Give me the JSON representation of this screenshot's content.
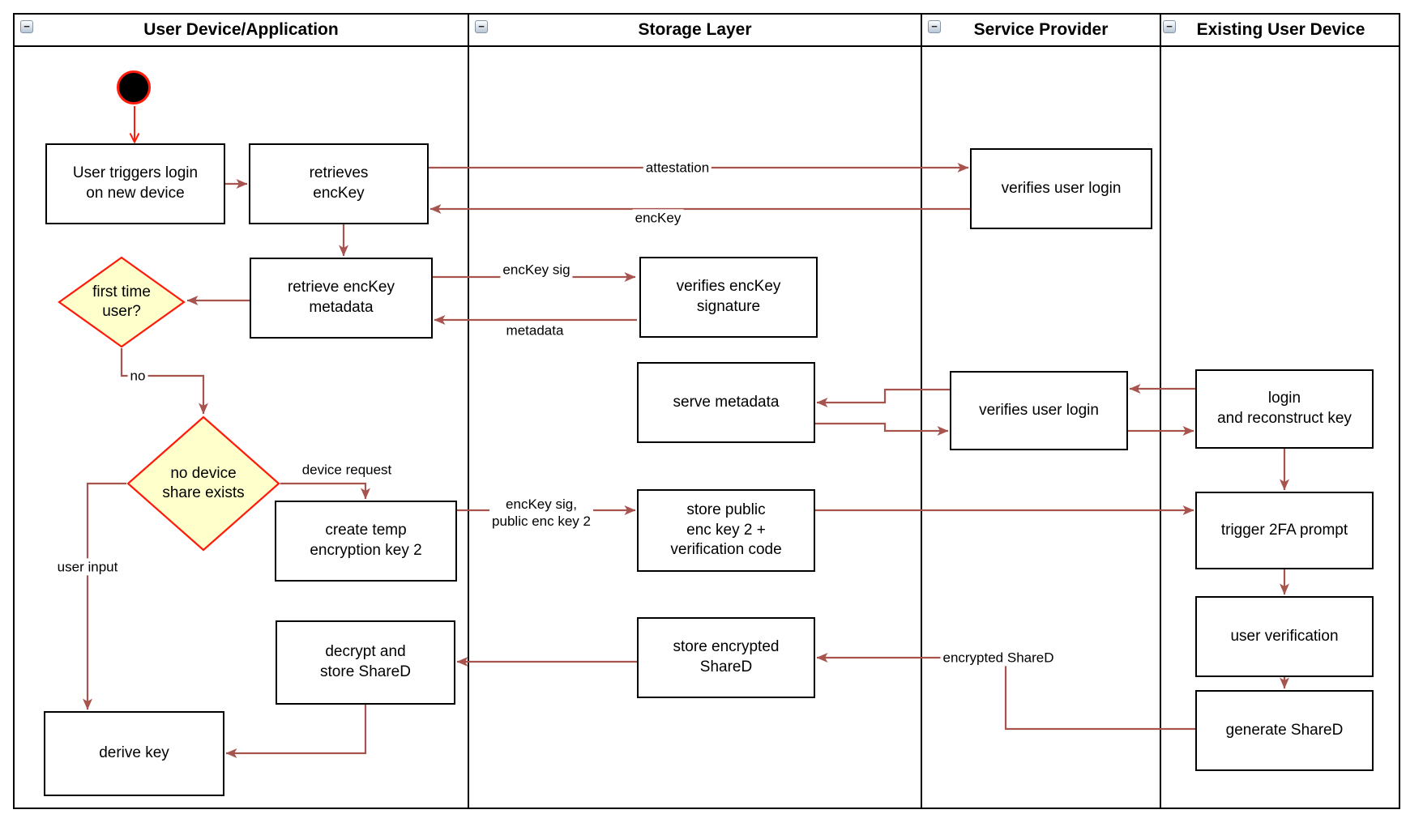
{
  "colors": {
    "connector": "#a8544e",
    "highlight": "#ff1a0a",
    "decision-fill": "#ffffcc",
    "shape-border": "#000000"
  },
  "icons": {
    "collapse_glyph": "−"
  },
  "lanes": [
    {
      "title": "User Device/Application"
    },
    {
      "title": "Storage Layer"
    },
    {
      "title": "Service Provider"
    },
    {
      "title": "Existing User Device"
    }
  ],
  "nodes": {
    "user_triggers_login": "User triggers login\non new device",
    "retrieves_enckey": "retrieves\nencKey",
    "retrieve_enckey_metadata": "retrieve encKey\nmetadata",
    "create_temp_key": "create temp\nencryption key 2",
    "decrypt_store_shared": "decrypt and\nstore ShareD",
    "derive_key": "derive key",
    "verifies_enckey_signature": "verifies encKey\nsignature",
    "serve_metadata": "serve metadata",
    "store_public_key": "store public\nenc key 2 +\nverification code",
    "store_encrypted_shared": "store encrypted\nShareD",
    "verifies_user_login_top": "verifies user login",
    "verifies_user_login_mid": "verifies user login",
    "login_reconstruct": "login\nand reconstruct key",
    "trigger_2fa": "trigger 2FA prompt",
    "user_verification": "user verification",
    "generate_shared": "generate ShareD"
  },
  "decisions": {
    "first_time_user": "first time\nuser?",
    "no_device_share": "no device\nshare exists"
  },
  "edge_labels": {
    "attestation": "attestation",
    "enckey": "encKey",
    "enckey_sig": "encKey sig",
    "metadata": "metadata",
    "no": "no",
    "device_request": "device request",
    "enckey_sig_public": "encKey sig,\npublic enc key 2",
    "user_input": "user input",
    "encrypted_shared": "encrypted ShareD"
  }
}
